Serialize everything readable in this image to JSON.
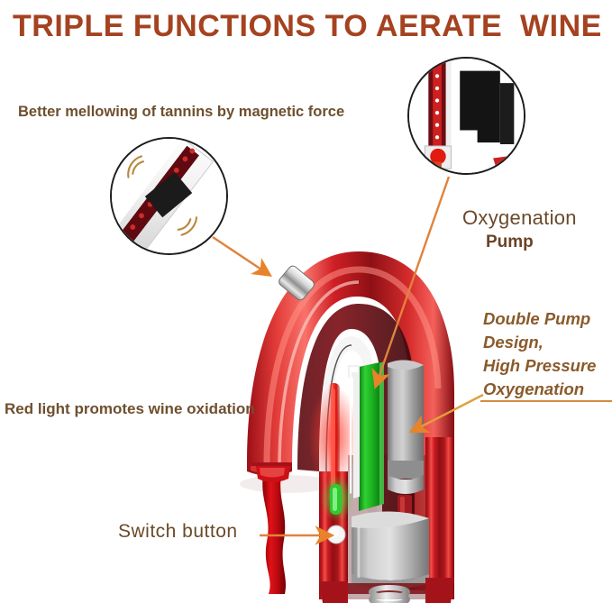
{
  "poster": {
    "title": "TRIPLE FUNCTIONS TO AERATE  WINE",
    "background_color": "#ffffff",
    "title_color": "#a5421f",
    "accent_arrow_color": "#e8832a",
    "label_color": "#6b4a2a"
  },
  "labels": {
    "magnetic": "Better mellowing of tannins by magnetic force",
    "red_light": "Red light promotes wine oxidation",
    "switch": "Switch button",
    "oxygenation_line1": "Oxygenation",
    "oxygenation_line2": "Pump",
    "double_pump": [
      "Double Pump",
      "Design,",
      "High Pressure",
      "Oxygenation"
    ]
  },
  "insets": {
    "magnet_detail": "magnet-and-bead-strip-closeup",
    "pump_detail": "oxygenation-pump-closeup"
  },
  "device": {
    "name": "electric-wine-aerator-pourer",
    "body_color": "#b3131b",
    "body_highlight": "#f04a46",
    "spout_tip": "chrome-collar",
    "wine_stream_color": "#c40d12",
    "components": [
      {
        "name": "red-light-strip",
        "color": "#ee2222"
      },
      {
        "name": "green-indicator",
        "color": "#22cc22"
      },
      {
        "name": "green-circuit-panel",
        "color": "#1db81d"
      },
      {
        "name": "pump-cylinder-upper",
        "color": "#9a9a9a"
      },
      {
        "name": "pump-cylinder-lower",
        "color": "#b0b0b0"
      },
      {
        "name": "switch-button",
        "color": "#f2f2f2"
      },
      {
        "name": "base-spring",
        "color": "#d8d8d8"
      }
    ]
  }
}
